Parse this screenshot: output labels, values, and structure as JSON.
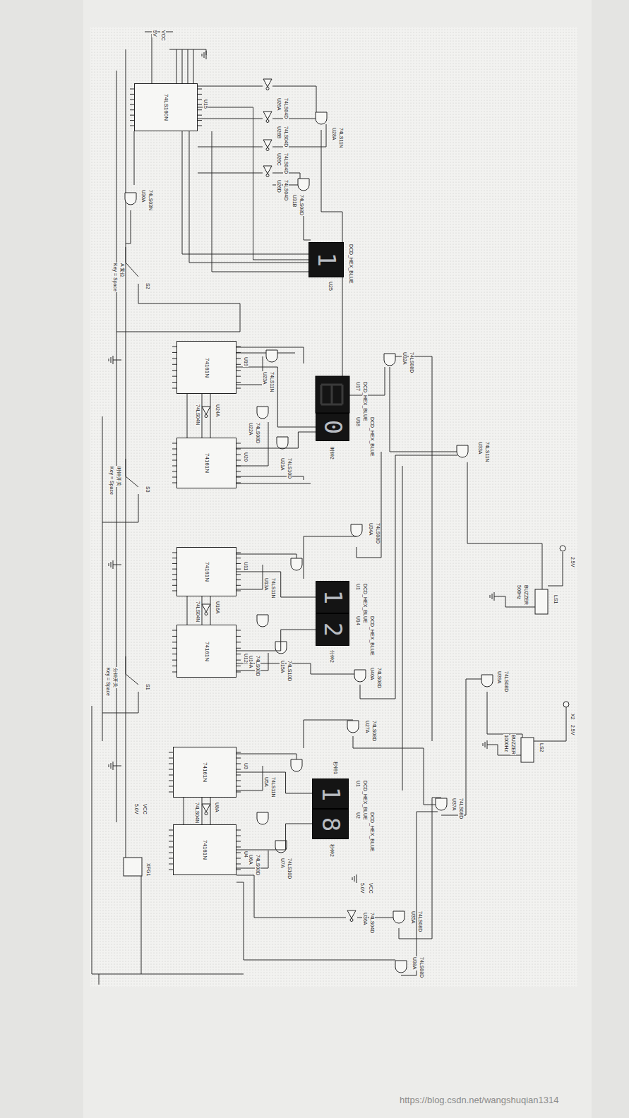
{
  "diagram": {
    "nodes": [
      {
        "text": [
          "74LS160N"
        ]
      },
      {
        "text": [
          "1"
        ]
      },
      {
        "text": [
          "74161N"
        ]
      },
      {
        "text": [
          "74161N"
        ]
      },
      {
        "text": [
          "0"
        ]
      },
      {
        "text": [
          "74161N"
        ]
      },
      {
        "text": [
          "74161N"
        ]
      },
      {
        "text": [
          "1"
        ]
      },
      {
        "text": [
          "2"
        ]
      },
      {
        "text": [
          "74161N"
        ]
      },
      {
        "text": [
          "74161N"
        ]
      },
      {
        "text": [
          "1"
        ]
      },
      {
        "text": [
          "8"
        ]
      }
    ],
    "edges": [
      {
        "from": 0,
        "to": 1,
        "arrow": "none"
      },
      {
        "from": 2,
        "to": 3,
        "arrow": "none"
      },
      {
        "from": 2,
        "to": 4,
        "arrow": "none"
      },
      {
        "from": 3,
        "to": 4,
        "arrow": "none"
      },
      {
        "from": 5,
        "to": 6,
        "arrow": "none"
      },
      {
        "from": 5,
        "to": 7,
        "arrow": "none"
      },
      {
        "from": 6,
        "to": 8,
        "arrow": "none"
      },
      {
        "from": 9,
        "to": 10,
        "arrow": "none"
      },
      {
        "from": 9,
        "to": 11,
        "arrow": "none"
      },
      {
        "from": 10,
        "to": 12,
        "arrow": "none"
      }
    ],
    "labels": [
      "5V",
      "VCC",
      "U15",
      "U26A",
      "74LS04D",
      "U26B",
      "74LS04D",
      "U26C",
      "74LS04D",
      "U26D",
      "74LS04D",
      "U28A",
      "74LS11N",
      "U31B",
      "74LS08D",
      "U30A",
      "74LS03N",
      "U25",
      "DCD_HEX_BLUE",
      "S2",
      "Key = Space",
      "A 复位",
      "U19",
      "U20",
      "U24A",
      "74LS04N",
      "U23A",
      "74LS11N",
      "U22A",
      "74LS08D",
      "U21A",
      "74LS10D",
      "U17",
      "U18",
      "DCD_HEX_BLUE",
      "DCD_HEX_BLUE",
      "时钟2",
      "S3",
      "Key = Space",
      "时钟开关",
      "U32A",
      "74LS08D",
      "U11",
      "U12",
      "U16A",
      "74LS04N",
      "U13A",
      "74LS11N",
      "U14A",
      "74LS08D",
      "U15A",
      "74LS10D",
      "U1",
      "U14",
      "DCD_HEX_BLUE",
      "DCD_HEX_BLUE",
      "分钟2",
      "U34A",
      "74LS08D",
      "U40A",
      "74LS08D",
      "S1",
      "Key = Space",
      "分钟开关",
      "U3",
      "U4",
      "U8A",
      "74LS04N",
      "U5A",
      "74LS11N",
      "U6A",
      "74LS08D",
      "U7A",
      "74LS10D",
      "U27A",
      "74LS08D",
      "U1",
      "U2",
      "DCD_HEX_BLUE",
      "DCD_HEX_BLUE",
      "秒钟1",
      "秒钟2",
      "VCC",
      "5.0V",
      "XFG1",
      "VCC",
      "5.0V",
      "U36A",
      "74LS04D",
      "U35A",
      "74LS08D",
      "U38A",
      "74LS08D",
      "U33A",
      "74LS11N",
      "U39A",
      "74LS08D",
      "U37A",
      "74LS08D",
      "2.5V",
      "BUZZER",
      "500Hz",
      "LS1",
      "X2",
      "2.5V",
      "BUZZER",
      "1000Hz",
      "LS2",
      "https://blog.csdn.net/wangshuqian1314"
    ]
  }
}
